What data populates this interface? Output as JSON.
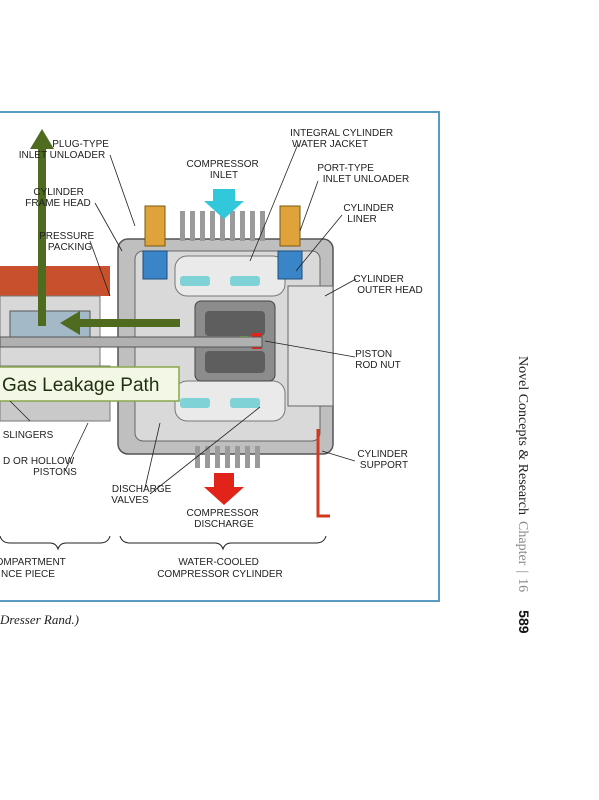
{
  "figure": {
    "labels": {
      "plug_type_inlet_unloader": [
        "PLUG-TYPE",
        "INLET UNLOADER"
      ],
      "cylinder_frame_head": [
        "CYLINDER",
        "FRAME HEAD"
      ],
      "pressure_packing": [
        "PRESSURE",
        "PACKING"
      ],
      "compressor_inlet": [
        "COMPRESSOR",
        "INLET"
      ],
      "integral_cylinder_water_jacket": [
        "INTEGRAL CYLINDER",
        "WATER JACKET"
      ],
      "port_type_inlet_unloader": [
        "PORT-TYPE",
        "INLET UNLOADER"
      ],
      "cylinder_liner": [
        "CYLINDER",
        "LINER"
      ],
      "cylinder_outer_head": [
        "CYLINDER",
        "OUTER HEAD"
      ],
      "piston_rod_nut": [
        "PISTON",
        "ROD NUT"
      ],
      "slingers": "SLINGERS",
      "solid_or_hollow_pistons": [
        "D OR HOLLOW",
        "PISTONS"
      ],
      "discharge_valves": [
        "DISCHARGE",
        "VALVES"
      ],
      "compressor_discharge": [
        "COMPRESSOR",
        "DISCHARGE"
      ],
      "cylinder_support": [
        "CYLINDER",
        "SUPPORT"
      ],
      "compartment_distance_piece": [
        "OMPARTMENT",
        "NCE PIECE"
      ],
      "water_cooled_compressor_cylinder": [
        "WATER-COOLED",
        "COMPRESSOR CYLINDER"
      ]
    },
    "callout": "Gas Leakage Path",
    "colors": {
      "border": "#5a9bc4",
      "leakage_arrow": "#4e6b20",
      "inlet_arrow": "#31c8dc",
      "discharge_arrow": "#e2231a",
      "callout_bg": "#f3f8e6",
      "callout_border": "#8aa84a"
    }
  },
  "caption": "Dresser Rand.)",
  "running_head": {
    "title": "Novel Concepts & Research",
    "chapter_label": "Chapter",
    "separator": "|",
    "chapter_number": "16",
    "page_number": "589"
  }
}
